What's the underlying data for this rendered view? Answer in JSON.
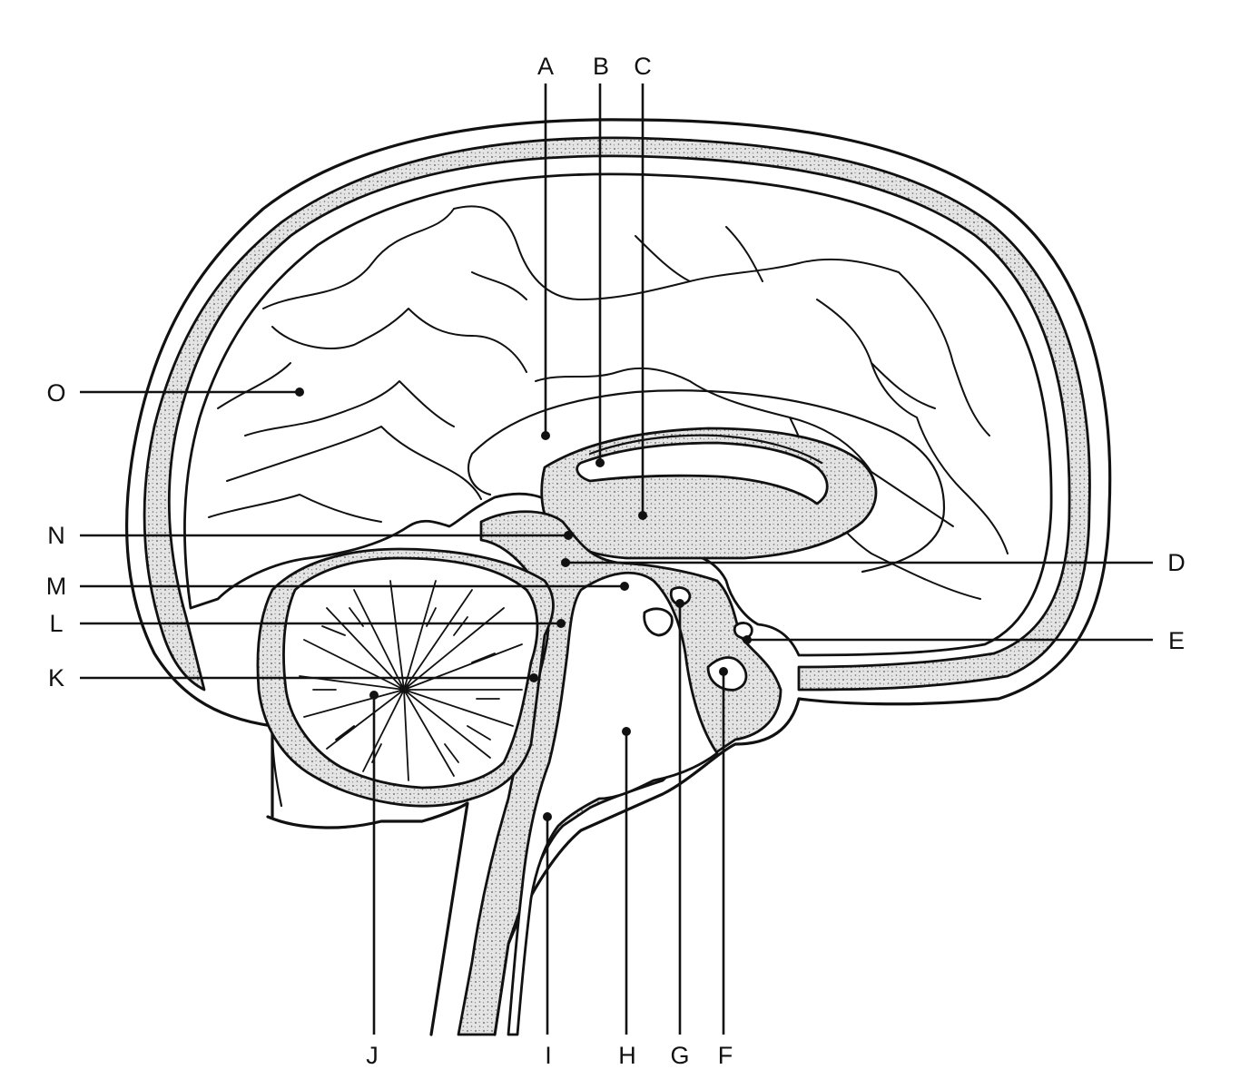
{
  "diagram": {
    "type": "labeled anatomical line drawing",
    "labels": {
      "A": "A",
      "B": "B",
      "C": "C",
      "D": "D",
      "E": "E",
      "F": "F",
      "G": "G",
      "H": "H",
      "I": "I",
      "J": "J",
      "K": "K",
      "L": "L",
      "M": "M",
      "N": "N",
      "O": "O"
    }
  }
}
